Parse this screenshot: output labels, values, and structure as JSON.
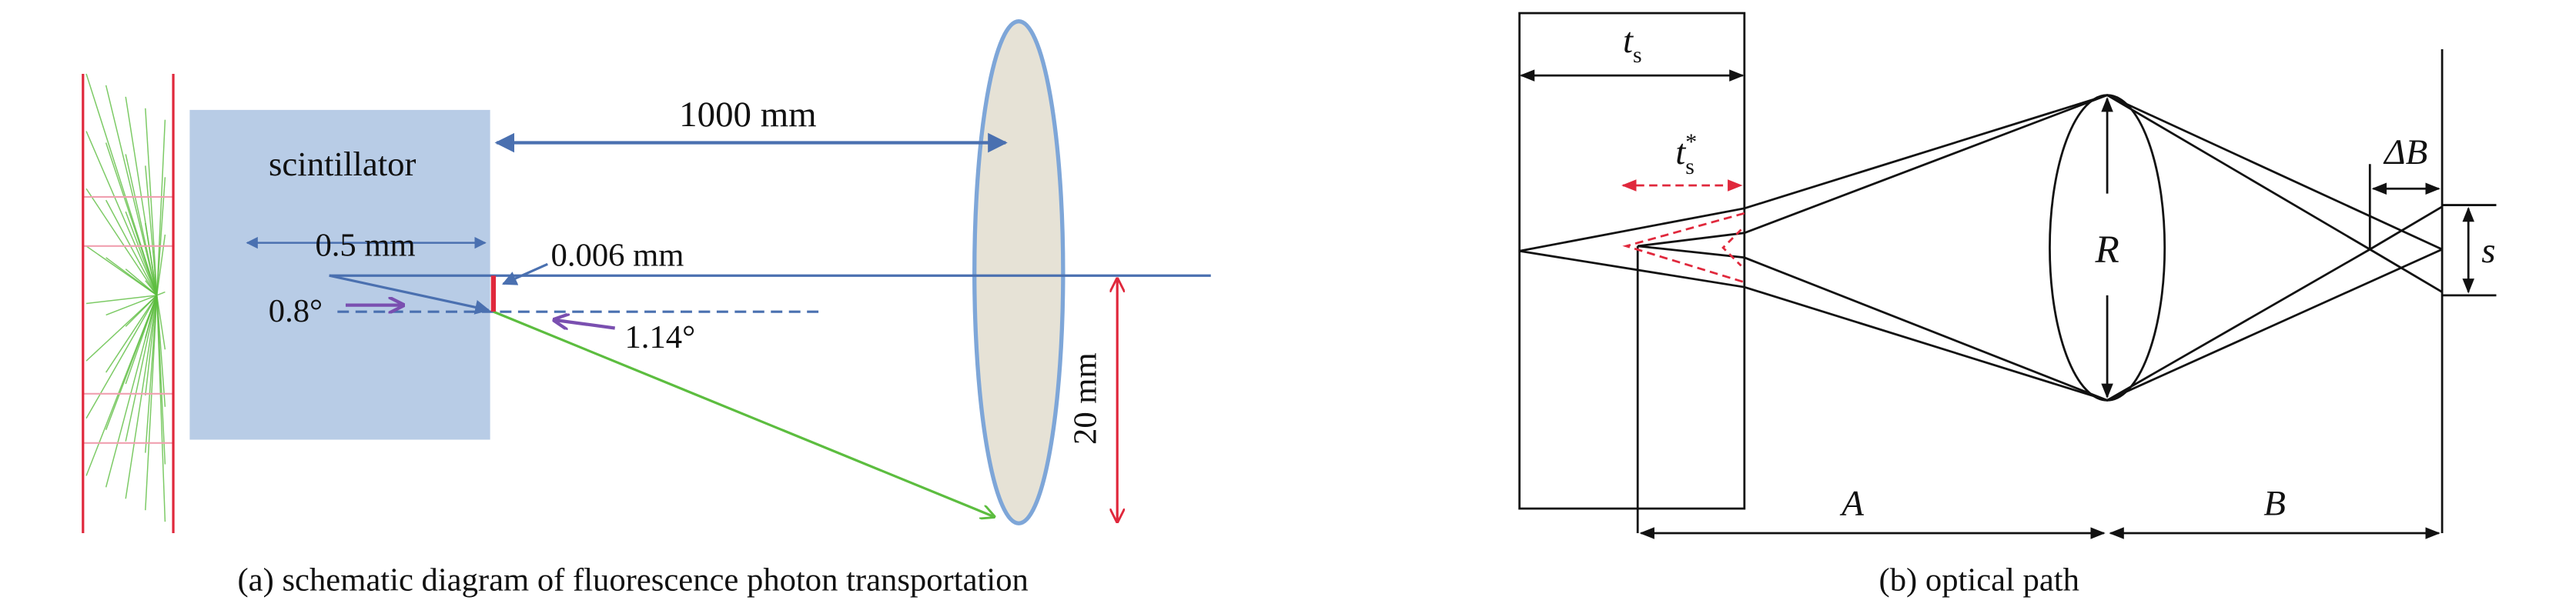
{
  "panel_a": {
    "caption": "(a) schematic diagram of fluorescence photon transportation",
    "scintillator_label": "scintillator",
    "distance_label": "1000 mm",
    "thickness_label": "0.5 mm",
    "pixel_label": "0.006 mm",
    "angle_in_label": "0.8°",
    "angle_out_label": "1.14°",
    "lens_height_label": "20 mm",
    "colors": {
      "scintillator": "#b8cce6",
      "lens_fill": "#e6e2d6",
      "lens_edge": "#7ea6d8",
      "ray": "#5cbd3f",
      "red": "#e0283c",
      "blue": "#4a70b0",
      "purple": "#7a4fb0"
    }
  },
  "panel_b": {
    "caption": "(b) optical path",
    "ts_label": "t",
    "ts_sub": "s",
    "ts_star_label": "t",
    "ts_star_sub": "s",
    "ts_star_sup": "*",
    "lens_label": "R",
    "image_size_label": "s",
    "defocus_label": "ΔB",
    "object_distance_label": "A",
    "image_distance_label": "B"
  }
}
